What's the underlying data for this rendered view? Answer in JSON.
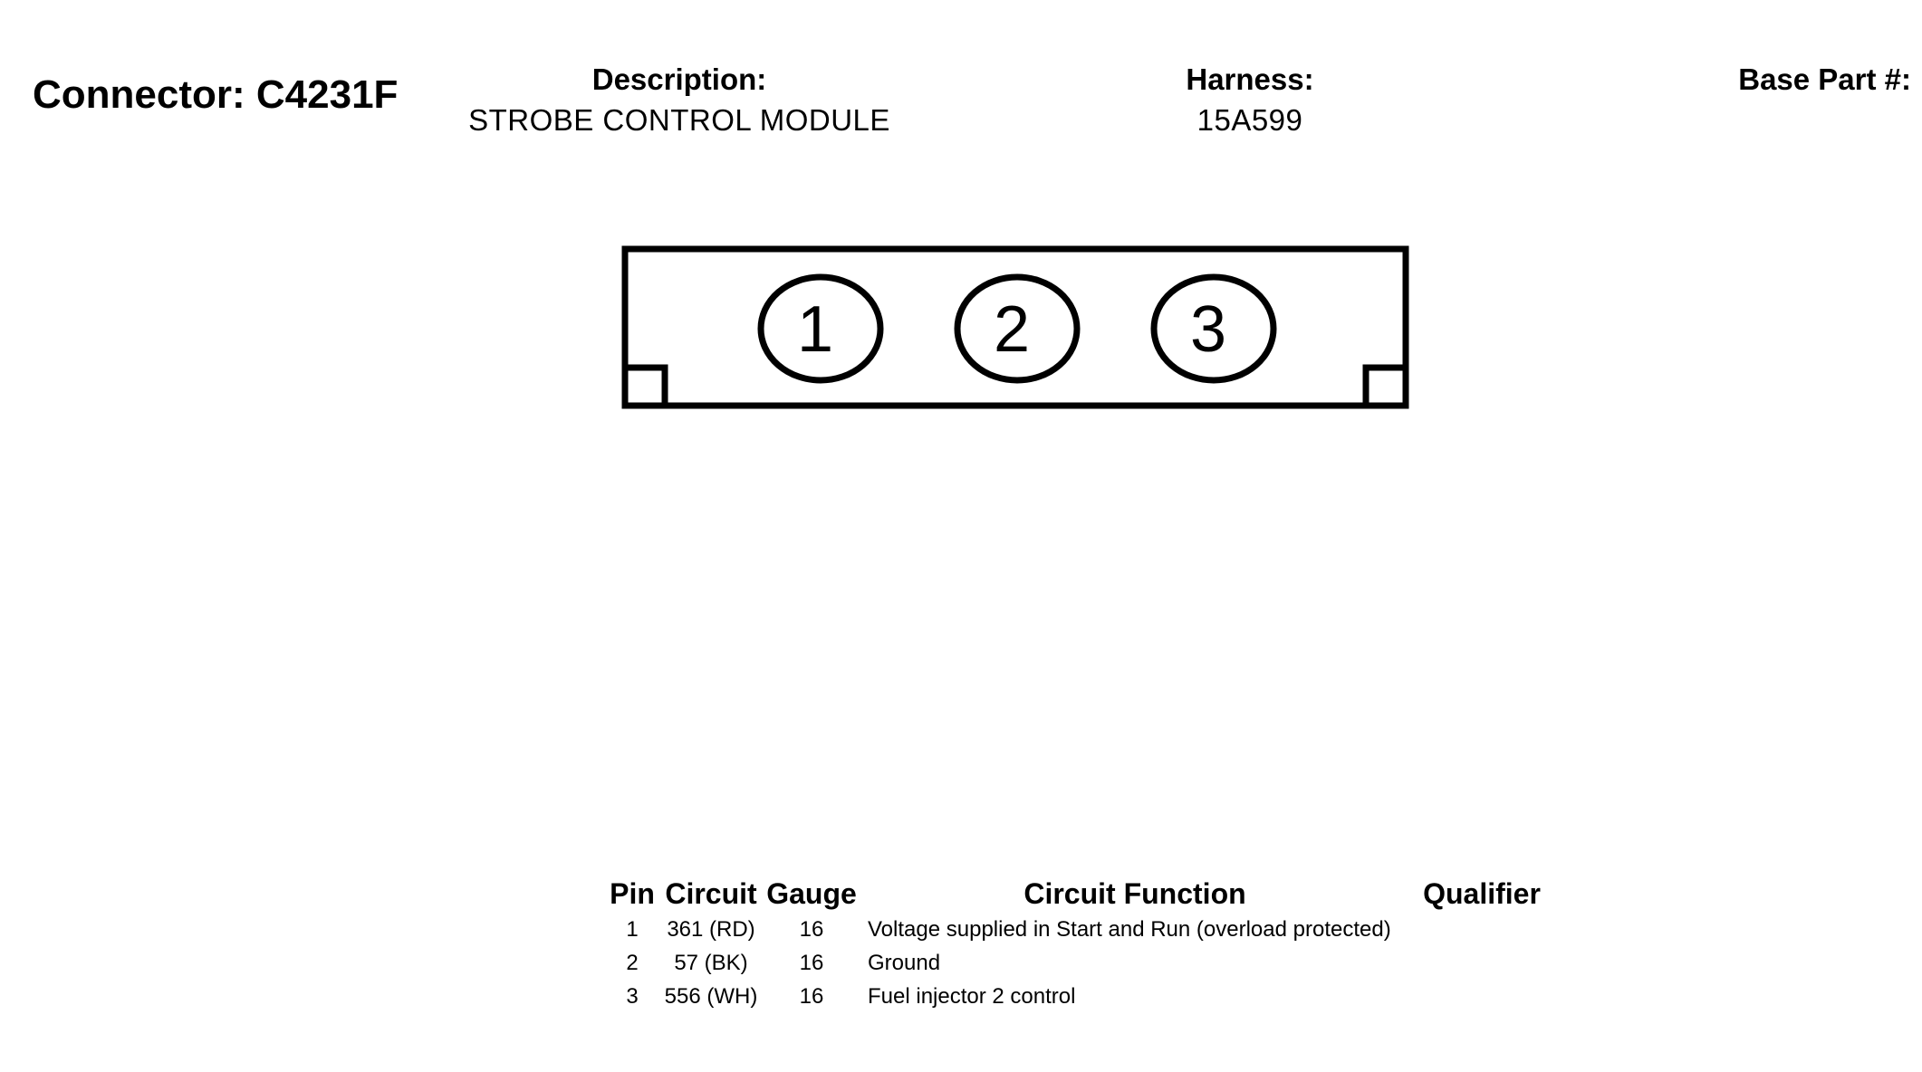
{
  "header": {
    "connector_title": "Connector: C4231F",
    "description_label": "Description:",
    "description_value": "STROBE CONTROL MODULE",
    "harness_label": "Harness:",
    "harness_value": "15A599",
    "base_part_label": "Base Part #:"
  },
  "diagram": {
    "pins": [
      {
        "label": "1"
      },
      {
        "label": "2"
      },
      {
        "label": "3"
      }
    ]
  },
  "pin_table": {
    "headers": [
      "Pin",
      "Circuit",
      "Gauge",
      "Circuit Function",
      "Qualifier"
    ],
    "rows": [
      {
        "pin": "1",
        "circuit": "361 (RD)",
        "gauge": "16",
        "function": "Voltage supplied in Start and Run (overload protected)",
        "qualifier": ""
      },
      {
        "pin": "2",
        "circuit": "57 (BK)",
        "gauge": "16",
        "function": "Ground",
        "qualifier": ""
      },
      {
        "pin": "3",
        "circuit": "556 (WH)",
        "gauge": "16",
        "function": "Fuel injector 2 control",
        "qualifier": ""
      }
    ]
  }
}
